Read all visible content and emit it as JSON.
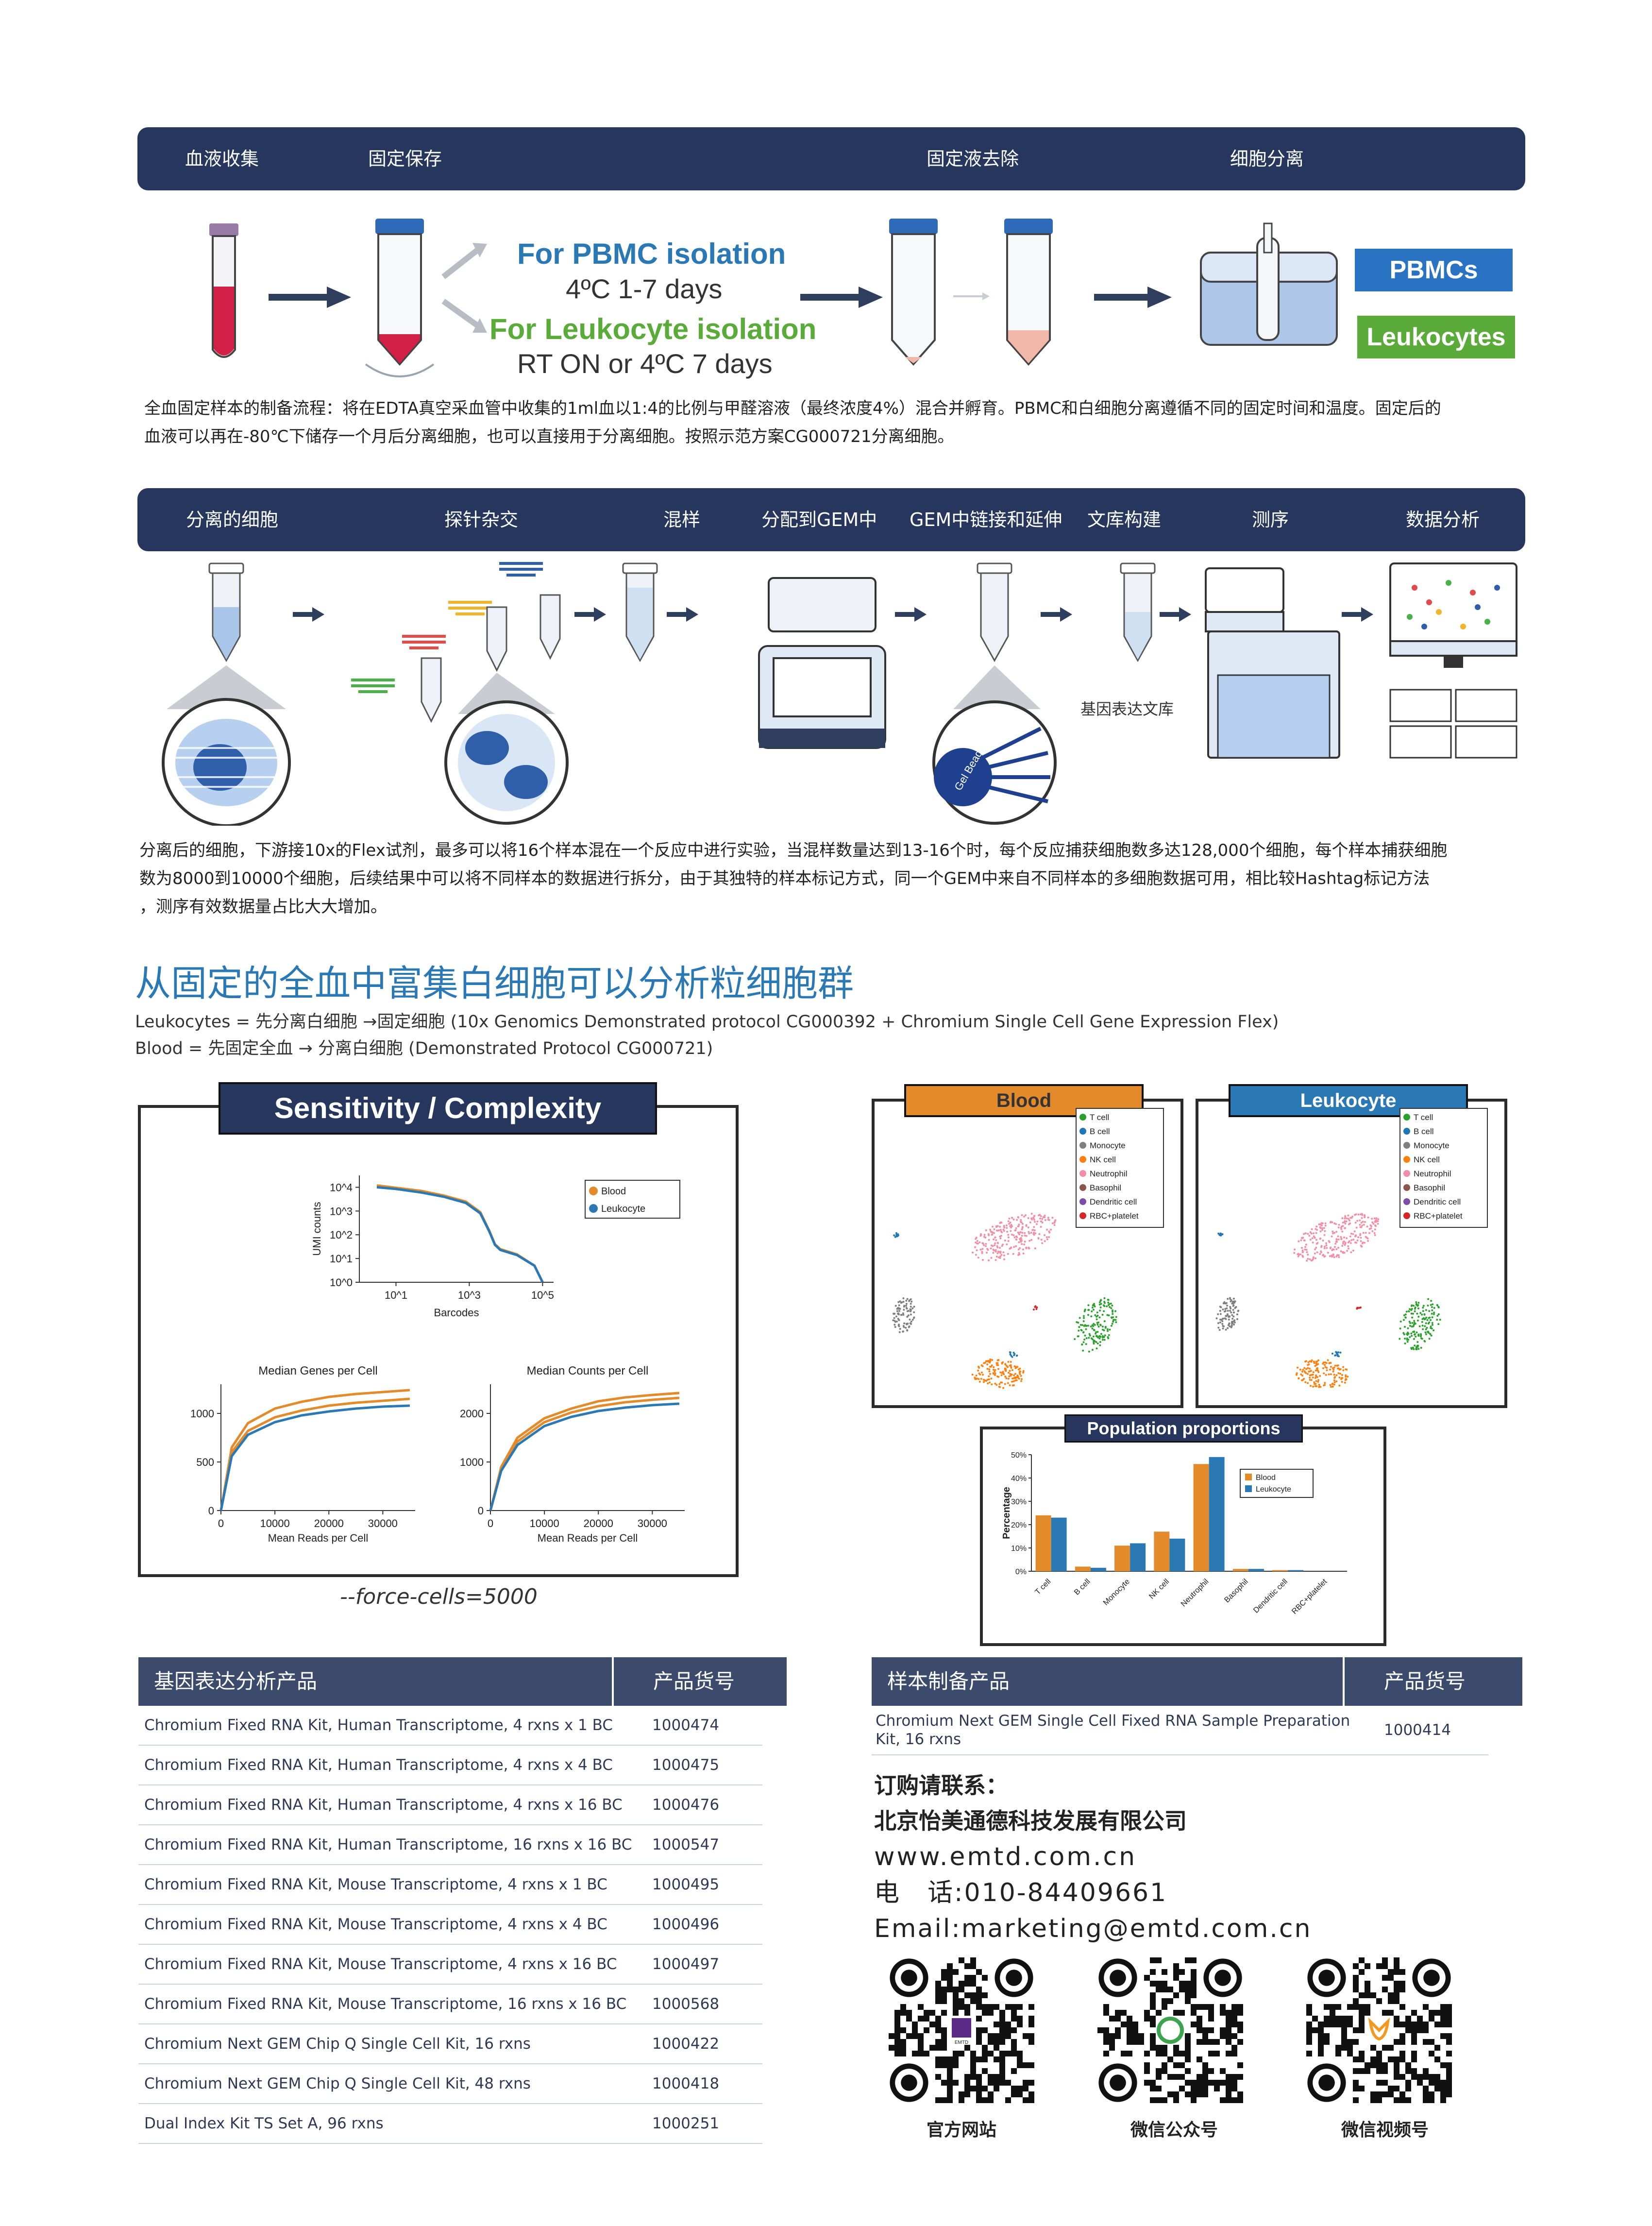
{
  "workflow1": {
    "steps": [
      "血液收集",
      "固定保存",
      "固定液去除",
      "细胞分离"
    ],
    "pbmc_title": "For PBMC isolation",
    "pbmc_cond": "4ºC 1-7 days",
    "leuk_title": "For Leukocyte isolation",
    "leuk_cond": "RT ON or 4ºC 7 days",
    "out_pbmc": "PBMCs",
    "out_leuk": "Leukocytes",
    "desc1": "全血固定样本的制备流程：将在EDTA真空采血管中收集的1ml血以1:4的比例与甲醛溶液（最终浓度4%）混合并孵育。PBMC和白细胞分离遵循不同的固定时间和温度。固定后的",
    "desc2": "血液可以再在-80℃下储存一个月后分离细胞，也可以直接用于分离细胞。按照示范方案CG000721分离细胞。"
  },
  "workflow2": {
    "steps": [
      "分离的细胞",
      "探针杂交",
      "混样",
      "分配到GEM中",
      "GEM中链接和延伸",
      "文库构建",
      "测序",
      "数据分析"
    ],
    "gel_bead": "Gel Bead",
    "library_label": "基因表达文库",
    "desc1": "分离后的细胞，下游接10x的Flex试剂，最多可以将16个样本混在一个反应中进行实验，当混样数量达到13-16个时，每个反应捕获细胞数多达128,000个细胞，每个样本捕获细胞",
    "desc2": "数为8000到10000个细胞，后续结果中可以将不同样本的数据进行拆分，由于其独特的样本标记方式，同一个GEM中来自不同样本的多细胞数据可用，相比较Hashtag标记方法",
    "desc3": "，测序有效数据量占比大大增加。"
  },
  "section": {
    "title": "从固定的全血中富集白细胞可以分析粒细胞群",
    "line1": "Leukocytes = 先分离白细胞 →固定细胞 (10x Genomics Demonstrated protocol CG000392 + Chromium Single Cell Gene Expression Flex)",
    "line2": "Blood = 先固定全血 → 分离白细胞 (Demonstrated Protocol CG000721)"
  },
  "sensitivity": {
    "title": "Sensitivity / Complexity",
    "footnote": "--force-cells=5000"
  },
  "chart_data": [
    {
      "type": "line",
      "title": "",
      "xlabel": "Barcodes",
      "ylabel": "UMI counts",
      "x_scale": "log",
      "y_scale": "log",
      "x_ticks": [
        "10^1",
        "10^3",
        "10^5"
      ],
      "y_ticks": [
        "10^0",
        "10^1",
        "10^2",
        "10^3",
        "10^4"
      ],
      "series": [
        {
          "name": "Blood",
          "color": "#e38a2a",
          "x": [
            3,
            10,
            50,
            200,
            800,
            2000,
            3500,
            5000,
            7000,
            20000,
            60000,
            100000
          ],
          "y": [
            12000,
            9500,
            7000,
            4500,
            2500,
            900,
            150,
            40,
            25,
            15,
            5,
            1
          ]
        },
        {
          "name": "Leukocyte",
          "color": "#2a78b4",
          "x": [
            3,
            10,
            50,
            200,
            800,
            2000,
            3500,
            5000,
            7000,
            20000,
            60000,
            100000
          ],
          "y": [
            10000,
            8500,
            6000,
            4000,
            2200,
            800,
            140,
            38,
            23,
            14,
            5,
            1
          ]
        }
      ],
      "legend": "right"
    },
    {
      "type": "line",
      "title": "Median Genes per Cell",
      "xlabel": "Mean Reads per Cell",
      "ylabel": "",
      "xlim": [
        0,
        36000
      ],
      "ylim": [
        0,
        1300
      ],
      "x_ticks": [
        "0",
        "10000",
        "20000",
        "30000"
      ],
      "y_ticks": [
        "0",
        "500",
        "1000"
      ],
      "series": [
        {
          "name": "Blood",
          "color": "#e38a2a",
          "x": [
            0,
            2000,
            5000,
            10000,
            15000,
            20000,
            25000,
            30000,
            35000
          ],
          "y": [
            0,
            650,
            900,
            1050,
            1120,
            1170,
            1200,
            1220,
            1240
          ]
        },
        {
          "name": "Blood",
          "color": "#e38a2a",
          "x": [
            0,
            2000,
            5000,
            10000,
            15000,
            20000,
            25000,
            30000,
            35000
          ],
          "y": [
            0,
            600,
            820,
            960,
            1030,
            1080,
            1110,
            1130,
            1150
          ]
        },
        {
          "name": "Leukocyte",
          "color": "#2a78b4",
          "x": [
            0,
            2000,
            5000,
            10000,
            15000,
            20000,
            25000,
            30000,
            35000
          ],
          "y": [
            0,
            560,
            780,
            910,
            980,
            1020,
            1050,
            1070,
            1080
          ]
        }
      ]
    },
    {
      "type": "line",
      "title": "Median Counts per Cell",
      "xlabel": "Mean Reads per Cell",
      "ylabel": "",
      "xlim": [
        0,
        36000
      ],
      "ylim": [
        0,
        2600
      ],
      "x_ticks": [
        "0",
        "10000",
        "20000",
        "30000"
      ],
      "y_ticks": [
        "0",
        "1000",
        "2000"
      ],
      "series": [
        {
          "name": "Blood",
          "color": "#e38a2a",
          "x": [
            0,
            2000,
            5000,
            10000,
            15000,
            20000,
            25000,
            30000,
            35000
          ],
          "y": [
            0,
            900,
            1500,
            1900,
            2100,
            2250,
            2330,
            2380,
            2420
          ]
        },
        {
          "name": "Blood",
          "color": "#e38a2a",
          "x": [
            0,
            2000,
            5000,
            10000,
            15000,
            20000,
            25000,
            30000,
            35000
          ],
          "y": [
            0,
            860,
            1420,
            1820,
            2020,
            2150,
            2230,
            2280,
            2320
          ]
        },
        {
          "name": "Leukocyte",
          "color": "#2a78b4",
          "x": [
            0,
            2000,
            5000,
            10000,
            15000,
            20000,
            25000,
            30000,
            35000
          ],
          "y": [
            0,
            820,
            1350,
            1740,
            1930,
            2050,
            2120,
            2170,
            2200
          ]
        }
      ]
    },
    {
      "type": "bar",
      "title": "Population proportions",
      "xlabel": "",
      "ylabel": "Percentage",
      "ylim": [
        0,
        50
      ],
      "y_ticks": [
        "0%",
        "10%",
        "20%",
        "30%",
        "40%",
        "50%"
      ],
      "categories": [
        "T cell",
        "B cell",
        "Monocyte",
        "NK cell",
        "Neutrophil",
        "Basophil",
        "Dendritic cell",
        "RBC+platelet"
      ],
      "series": [
        {
          "name": "Blood",
          "color": "#e38a2a",
          "values": [
            24,
            2,
            11,
            17,
            46,
            1,
            0.5,
            0
          ]
        },
        {
          "name": "Leukocyte",
          "color": "#2a78b4",
          "values": [
            23,
            1.5,
            12,
            14,
            49,
            1,
            0.5,
            0
          ]
        }
      ],
      "legend": "top-right"
    }
  ],
  "umap": {
    "blood_title": "Blood",
    "leuk_title": "Leukocyte",
    "legend": [
      {
        "label": "T cell",
        "color": "#2ca02c"
      },
      {
        "label": "B cell",
        "color": "#1f77b4"
      },
      {
        "label": "Monocyte",
        "color": "#7f7f7f"
      },
      {
        "label": "NK cell",
        "color": "#ff7f0e"
      },
      {
        "label": "Neutrophil",
        "color": "#f28ea6"
      },
      {
        "label": "Basophil",
        "color": "#8c564b"
      },
      {
        "label": "Dendritic cell",
        "color": "#7b4ea8"
      },
      {
        "label": "RBC+platelet",
        "color": "#d62728"
      }
    ]
  },
  "gene_table": {
    "h_product": "基因表达分析产品",
    "h_code": "产品货号",
    "rows": [
      {
        "name": "Chromium Fixed RNA Kit, Human Transcriptome, 4 rxns x 1 BC",
        "code": "1000474"
      },
      {
        "name": "Chromium Fixed RNA Kit, Human Transcriptome, 4 rxns x 4 BC",
        "code": "1000475"
      },
      {
        "name": "Chromium Fixed RNA Kit, Human Transcriptome, 4 rxns x 16 BC",
        "code": "1000476"
      },
      {
        "name": "Chromium Fixed RNA Kit, Human Transcriptome, 16 rxns x 16 BC",
        "code": "1000547"
      },
      {
        "name": "Chromium Fixed RNA Kit, Mouse Transcriptome, 4 rxns x 1 BC",
        "code": "1000495"
      },
      {
        "name": "Chromium Fixed RNA Kit, Mouse Transcriptome, 4 rxns x 4 BC",
        "code": "1000496"
      },
      {
        "name": "Chromium Fixed RNA Kit, Mouse Transcriptome, 4 rxns x 16 BC",
        "code": "1000497"
      },
      {
        "name": "Chromium Fixed RNA Kit, Mouse Transcriptome, 16 rxns x 16 BC",
        "code": "1000568"
      },
      {
        "name": "Chromium Next GEM Chip Q Single Cell Kit, 16 rxns",
        "code": "1000422"
      },
      {
        "name": "Chromium Next GEM Chip Q Single Cell Kit, 48 rxns",
        "code": "1000418"
      },
      {
        "name": "Dual Index Kit TS Set A, 96 rxns",
        "code": "1000251"
      }
    ]
  },
  "sample_table": {
    "h_product": "样本制备产品",
    "h_code": "产品货号",
    "row_name_1": "Chromium Next GEM Single Cell Fixed RNA Sample Preparation",
    "row_name_2": "Kit, 16 rxns",
    "row_code": "1000414"
  },
  "contact": {
    "heading": "订购请联系：",
    "company": "北京怡美通德科技发展有限公司",
    "web": "www.emtd.com.cn",
    "phone": "电　话:010-84409661",
    "email": "Email:marketing@emtd.com.cn",
    "qr_labels": [
      "官方网站",
      "微信公众号",
      "微信视频号"
    ],
    "qr_logo_text": "EMTD"
  },
  "colors": {
    "navy": "#26365c",
    "blood": "#e38a2a",
    "leukocyte": "#2a78b4",
    "pbmc_text": "#2a78b4",
    "leuk_text": "#5aab3a"
  }
}
